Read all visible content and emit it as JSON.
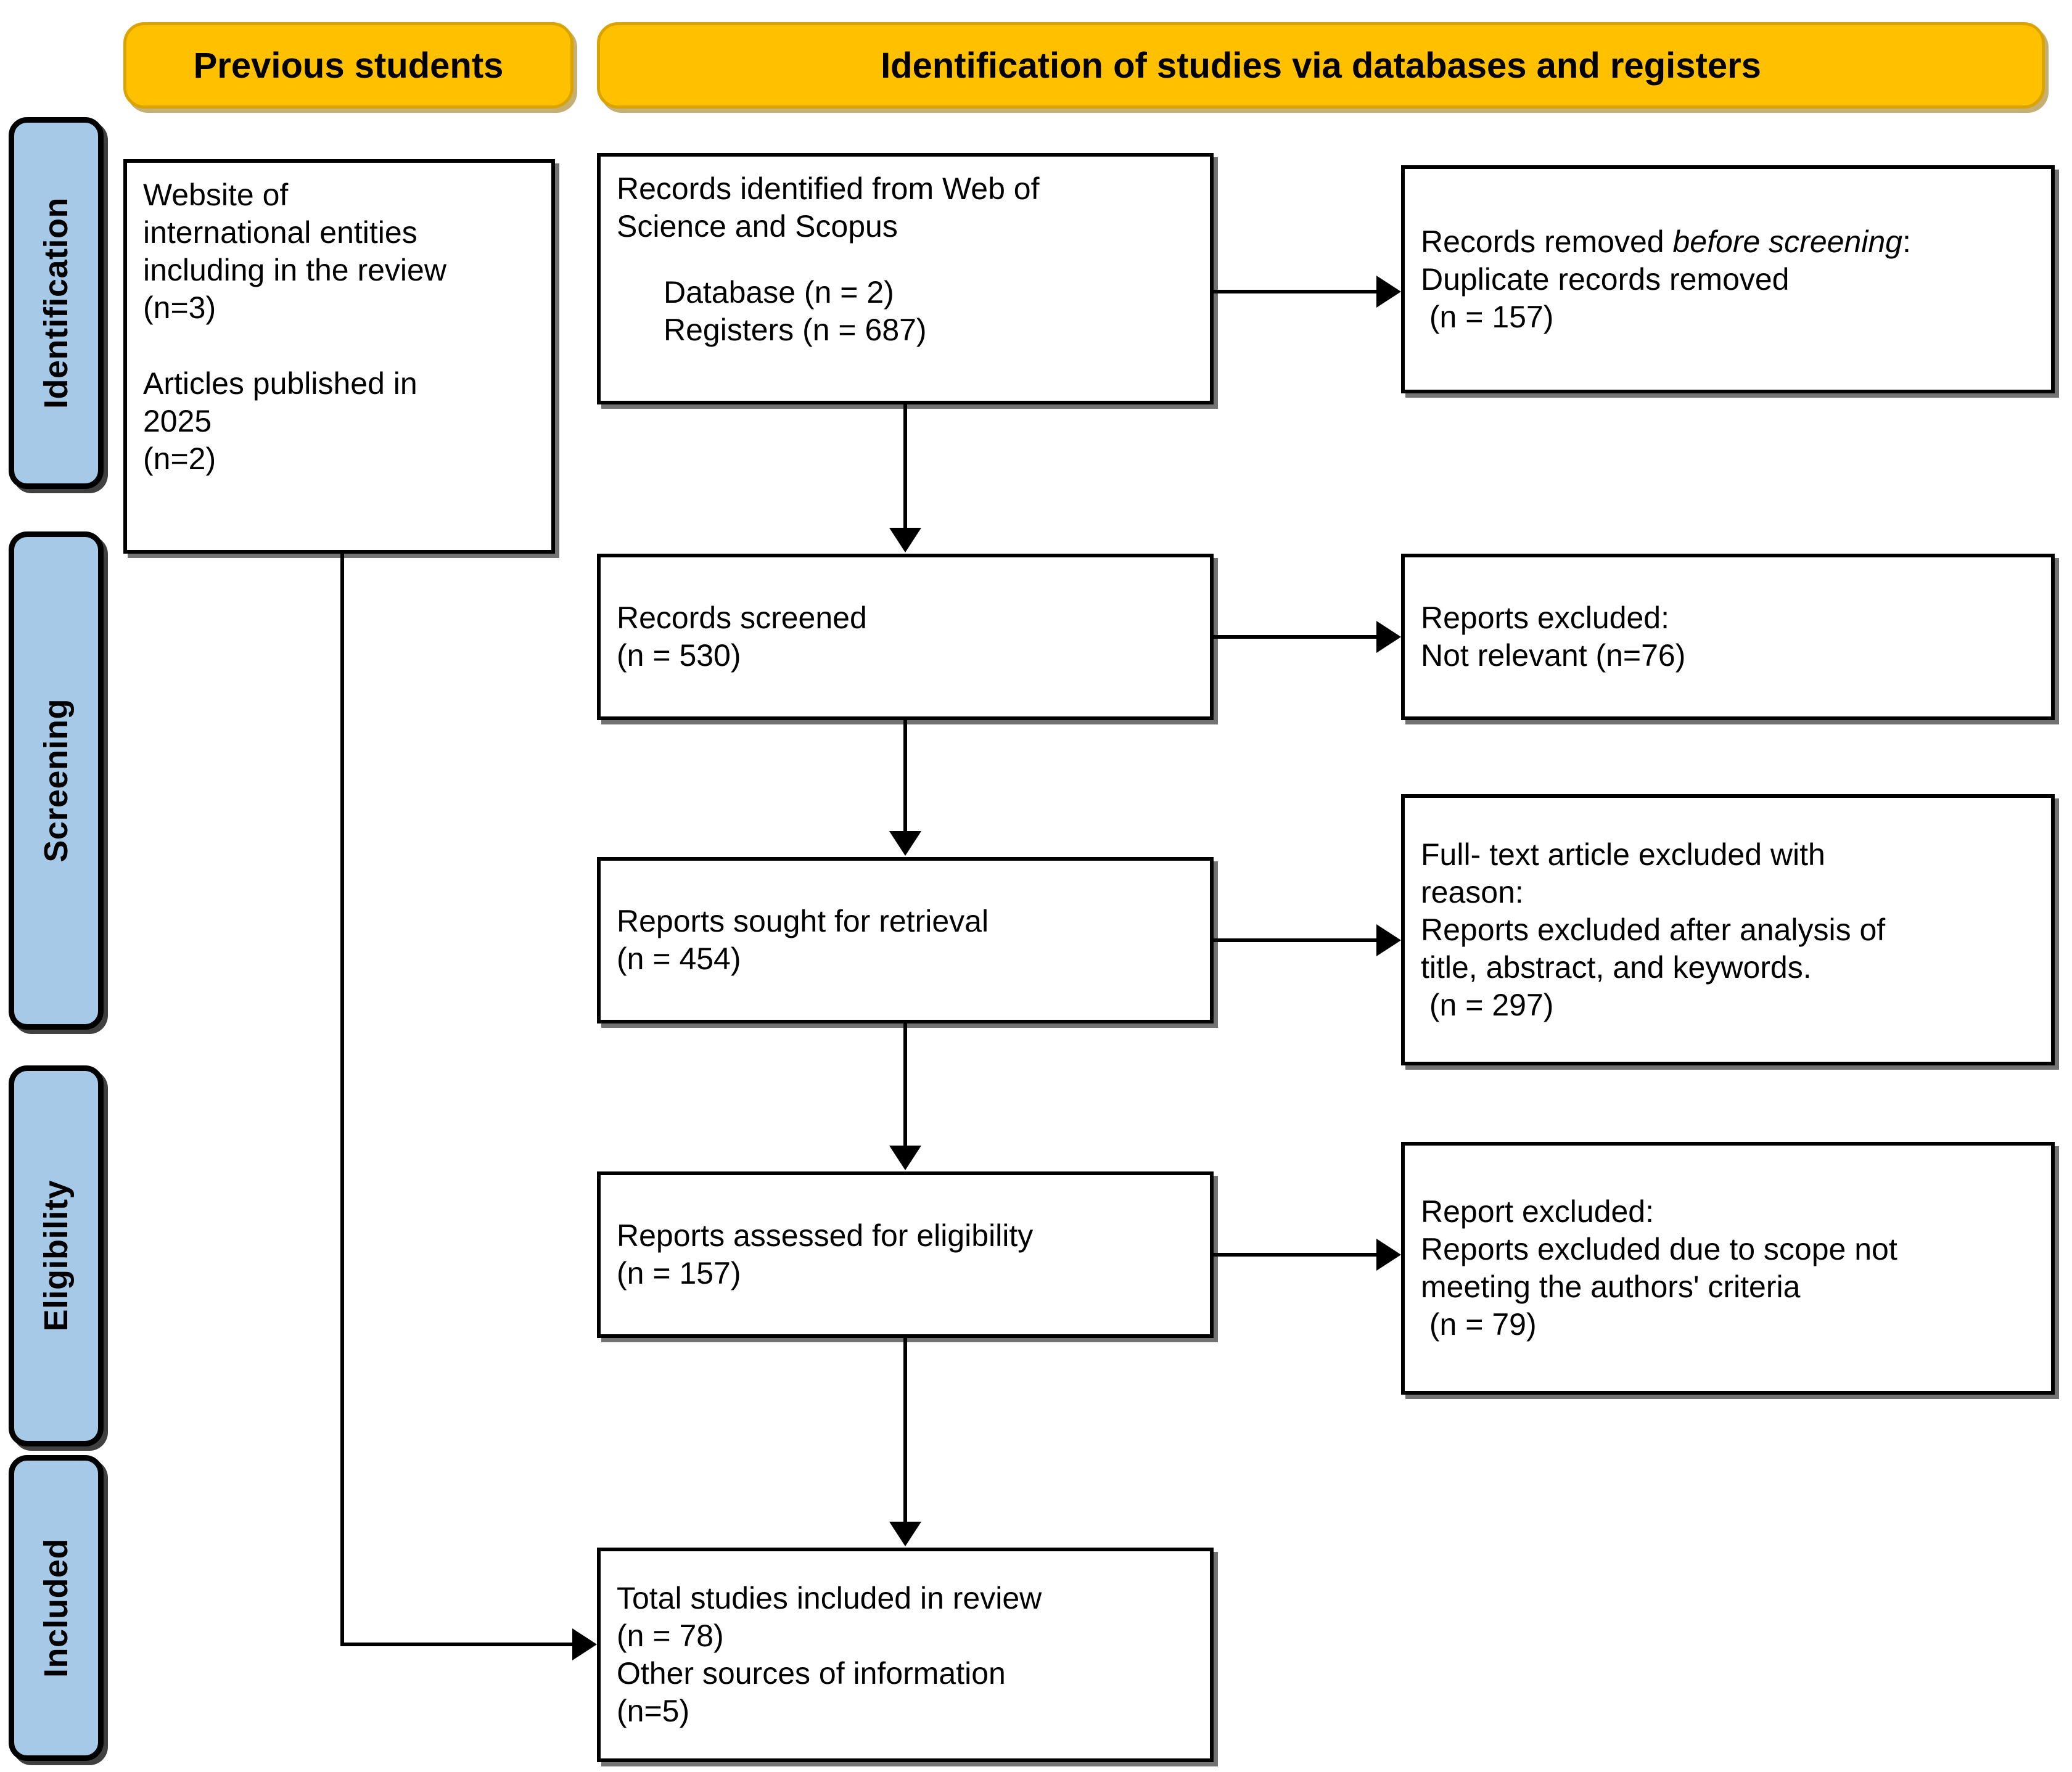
{
  "diagram": {
    "title": "PRISMA flow diagram",
    "colors": {
      "banner_fill": "#FFC000",
      "banner_border": "#D9A400",
      "stage_fill": "#A6C9E8",
      "stage_border": "#000000",
      "box_fill": "#FFFFFF",
      "box_border": "#000000"
    }
  },
  "banners": {
    "previous_students": "Previous students",
    "identification_via_databases": "Identification of studies via databases and registers"
  },
  "stages": [
    {
      "key": "identification",
      "label": "Identification"
    },
    {
      "key": "screening",
      "label": "Screening"
    },
    {
      "key": "eligibility",
      "label": "Eligibility"
    },
    {
      "key": "included",
      "label": "Included"
    }
  ],
  "boxes": {
    "prev_sources": {
      "segment_1": "Website of\ninternational entities\nincluding in the review\n(n=3)",
      "segment_2": "Articles published in\n2025\n(n=2)"
    },
    "records_identified": {
      "heading": "Records identified from Web of\nScience and Scopus",
      "database": "Database (n = 2)",
      "registers": "Registers (n = 687)"
    },
    "duplicates_removed": {
      "line_1_prefix": "Records removed ",
      "line_1_italic": "before screening",
      "line_1_suffix": ":",
      "line_2": "Duplicate records removed",
      "line_3": " (n = 157)"
    },
    "records_screened": {
      "label": "Records screened",
      "count": "(n = 530)"
    },
    "reports_excluded_screening": {
      "line_1": "Reports excluded:",
      "line_2": "Not relevant (n=76)"
    },
    "reports_sought": {
      "label": "Reports sought for retrieval",
      "count": "(n = 454)"
    },
    "fulltext_excluded": {
      "line_1": "Full- text article excluded with",
      "line_2": "reason:",
      "line_3": "Reports excluded after analysis of",
      "line_4": "title, abstract, and keywords.",
      "line_5": " (n = 297)"
    },
    "reports_assessed": {
      "label": "Reports assessed for eligibility",
      "count": "(n = 157)"
    },
    "report_excluded_eligibility": {
      "line_1": "Report excluded:",
      "line_2": "Reports excluded due to scope not",
      "line_3": "meeting the authors' criteria",
      "line_4": " (n = 79)"
    },
    "total_included": {
      "line_1": "Total studies included in review",
      "line_2": "(n = 78)",
      "line_3": "Other sources of information",
      "line_4": "(n=5)"
    }
  },
  "chart_data": {
    "type": "diagram",
    "title": "PRISMA 2020 flow diagram",
    "nodes": [
      {
        "id": "prev_sources",
        "stage": "Identification",
        "column": "previous_students",
        "text": "Website of international entities including in the review (n=3); Articles published in 2025 (n=2)",
        "values": {
          "websites": 3,
          "articles_2025": 2
        }
      },
      {
        "id": "records_identified",
        "stage": "Identification",
        "column": "databases",
        "text": "Records identified from Web of Science and Scopus",
        "values": {
          "database": 2,
          "registers": 687
        }
      },
      {
        "id": "duplicates_removed",
        "stage": "Identification",
        "column": "excluded",
        "text": "Records removed before screening: Duplicate records removed",
        "values": {
          "n": 157
        }
      },
      {
        "id": "records_screened",
        "stage": "Screening",
        "column": "databases",
        "text": "Records screened",
        "values": {
          "n": 530
        }
      },
      {
        "id": "reports_excluded_screening",
        "stage": "Screening",
        "column": "excluded",
        "text": "Reports excluded: Not relevant",
        "values": {
          "n": 76
        }
      },
      {
        "id": "reports_sought",
        "stage": "Screening",
        "column": "databases",
        "text": "Reports sought for retrieval",
        "values": {
          "n": 454
        }
      },
      {
        "id": "fulltext_excluded",
        "stage": "Screening",
        "column": "excluded",
        "text": "Full- text article excluded with reason: Reports excluded after analysis of title, abstract, and keywords.",
        "values": {
          "n": 297
        }
      },
      {
        "id": "reports_assessed",
        "stage": "Eligibility",
        "column": "databases",
        "text": "Reports assessed for eligibility",
        "values": {
          "n": 157
        }
      },
      {
        "id": "report_excluded_eligibility",
        "stage": "Eligibility",
        "column": "excluded",
        "text": "Report excluded: Reports excluded due to scope not meeting the authors' criteria",
        "values": {
          "n": 79
        }
      },
      {
        "id": "total_included",
        "stage": "Included",
        "column": "databases",
        "text": "Total studies included in review; Other sources of information",
        "values": {
          "total_studies": 78,
          "other_sources": 5
        }
      }
    ],
    "edges": [
      {
        "from": "records_identified",
        "to": "duplicates_removed",
        "direction": "right"
      },
      {
        "from": "records_identified",
        "to": "records_screened",
        "direction": "down"
      },
      {
        "from": "records_screened",
        "to": "reports_excluded_screening",
        "direction": "right"
      },
      {
        "from": "records_screened",
        "to": "reports_sought",
        "direction": "down"
      },
      {
        "from": "reports_sought",
        "to": "fulltext_excluded",
        "direction": "right"
      },
      {
        "from": "reports_sought",
        "to": "reports_assessed",
        "direction": "down"
      },
      {
        "from": "reports_assessed",
        "to": "report_excluded_eligibility",
        "direction": "right"
      },
      {
        "from": "reports_assessed",
        "to": "total_included",
        "direction": "down"
      },
      {
        "from": "prev_sources",
        "to": "total_included",
        "direction": "elbow-right"
      }
    ]
  }
}
